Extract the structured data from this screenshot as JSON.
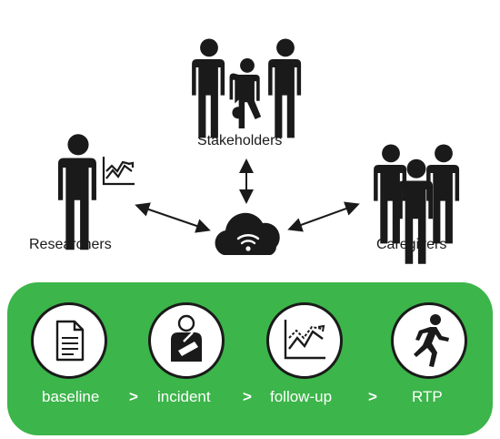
{
  "stakeholders": {
    "label": "Stakeholders"
  },
  "researchers": {
    "label": "Researchers"
  },
  "caregivers": {
    "label": "Caregivers"
  },
  "hub": {
    "icon": "cloud-wifi-icon"
  },
  "steps": [
    {
      "label": "baseline",
      "icon": "document-icon"
    },
    {
      "label": "incident",
      "icon": "injured-person-icon"
    },
    {
      "label": "follow-up",
      "icon": "trend-chart-icon"
    },
    {
      "label": "RTP",
      "icon": "runner-icon"
    }
  ],
  "separators": [
    ">",
    ">",
    ">"
  ],
  "colors": {
    "panel": "#3cb54a",
    "ink": "#1a1a1a",
    "text_on_panel": "#ffffff"
  }
}
